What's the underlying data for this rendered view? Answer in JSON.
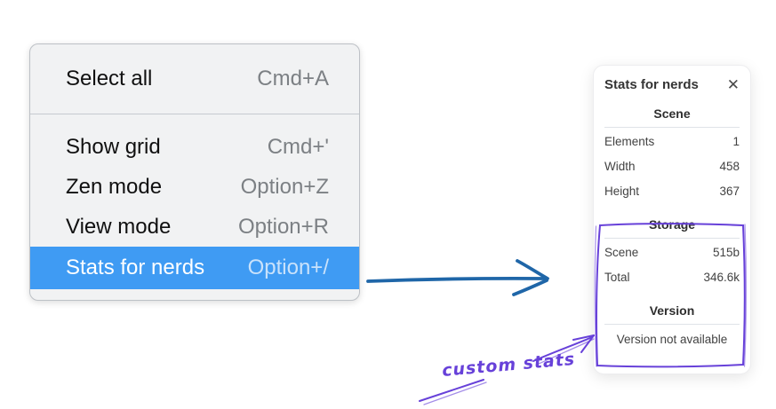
{
  "menu": {
    "items": [
      {
        "label": "Select all",
        "shortcut": "Cmd+A"
      },
      {
        "label": "Show grid",
        "shortcut": "Cmd+'"
      },
      {
        "label": "Zen mode",
        "shortcut": "Option+Z"
      },
      {
        "label": "View mode",
        "shortcut": "Option+R"
      },
      {
        "label": "Stats for nerds",
        "shortcut": "Option+/",
        "selected": true
      }
    ],
    "highlight_color": "#3f9bf3"
  },
  "panel": {
    "title": "Stats for nerds",
    "close_glyph": "✕",
    "sections": [
      {
        "header": "Scene",
        "rows": [
          {
            "label": "Elements",
            "value": "1"
          },
          {
            "label": "Width",
            "value": "458"
          },
          {
            "label": "Height",
            "value": "367"
          }
        ]
      },
      {
        "header": "Storage",
        "rows": [
          {
            "label": "Scene",
            "value": "515b"
          },
          {
            "label": "Total",
            "value": "346.6k"
          }
        ]
      },
      {
        "header": "Version",
        "note": "Version not available"
      }
    ]
  },
  "annotations": {
    "custom_stats_label": "custom stats",
    "purple_color": "#6741d9",
    "flow_arrow_color": "#1f66a8"
  }
}
